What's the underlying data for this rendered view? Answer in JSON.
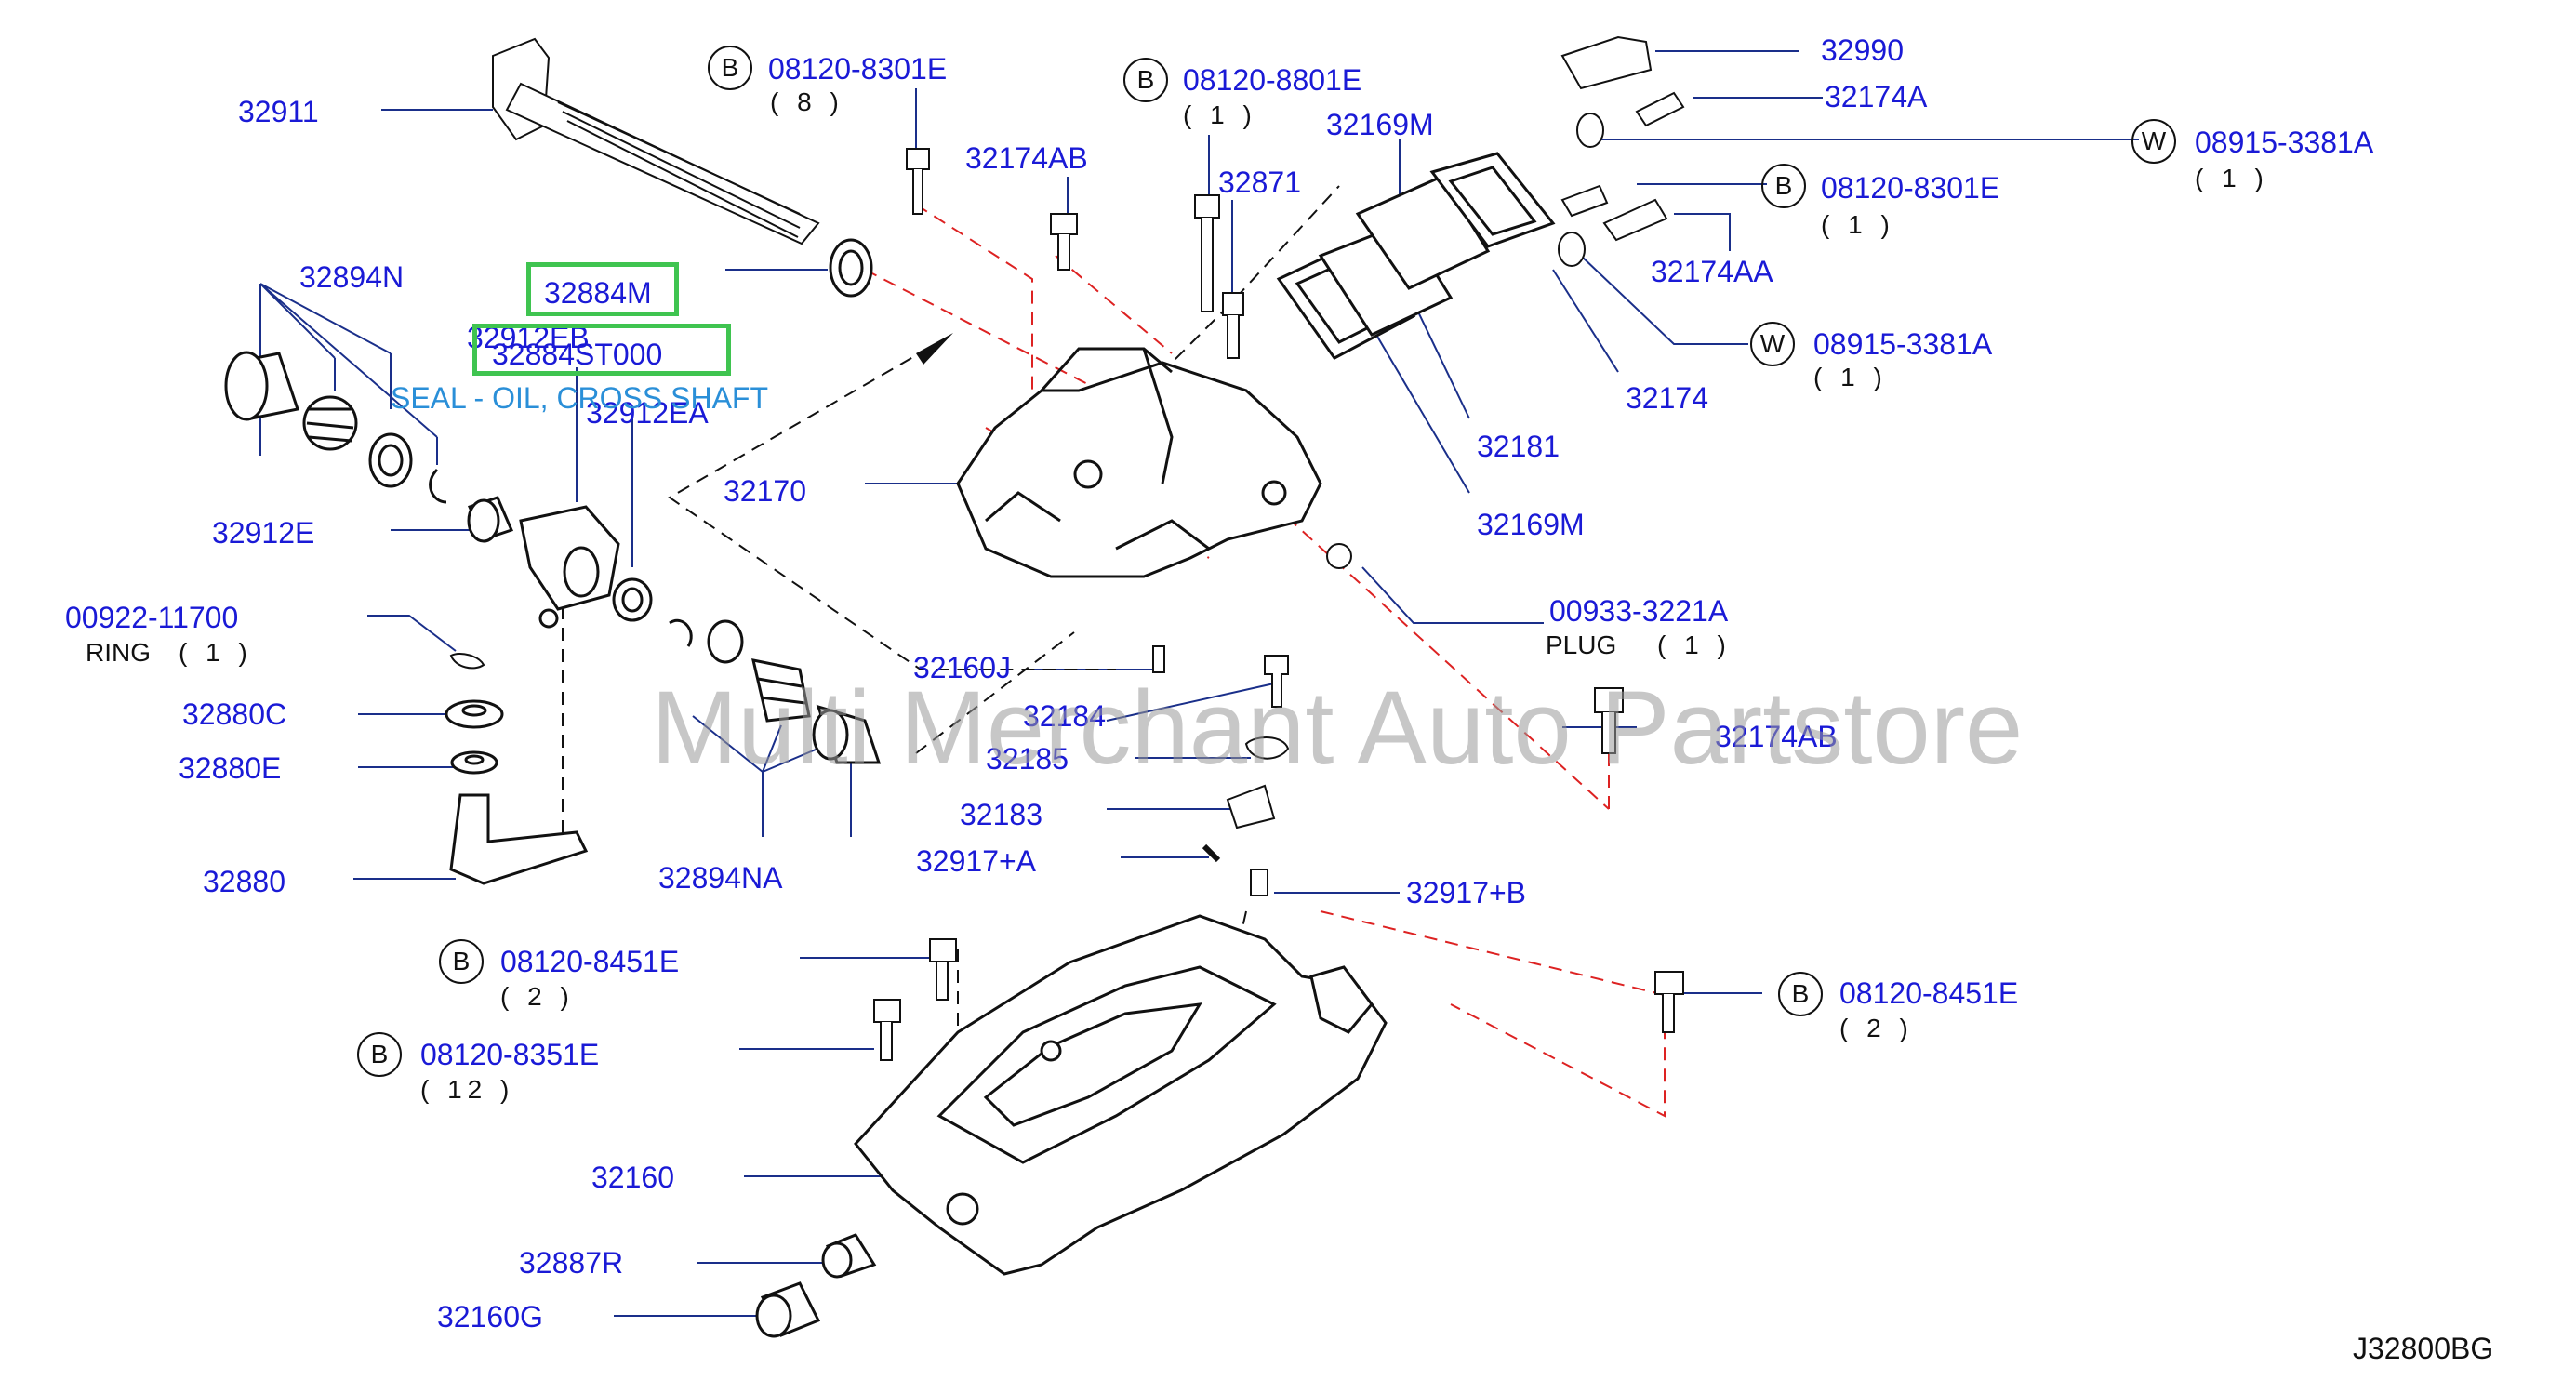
{
  "diagram": {
    "reference": "J32800BG",
    "watermark": "Multi Merchant Auto Partstore",
    "tooltip": "SEAL - OIL, CROSS SHAFT",
    "highlight_primary": "32884M",
    "highlight_secondary": "32884ST000",
    "circle_bolt": "B",
    "circle_washer": "W",
    "labels": {
      "p32911": "32911",
      "p32894N": "32894N",
      "p32912EB": "32912EB",
      "p32912EA": "32912EA",
      "p32912E": "32912E",
      "p00922": "00922-11700",
      "ring": "RING",
      "ring_qty": "( 1 )",
      "p32880C": "32880C",
      "p32880E": "32880E",
      "p32880": "32880",
      "p32894NA": "32894NA",
      "b8301a": "08120-8301E",
      "b8301a_qty": "( 8 )",
      "p32174AB_top": "32174AB",
      "b8801": "08120-8801E",
      "b8801_qty": "( 1 )",
      "p32871": "32871",
      "p32169M_top": "32169M",
      "p32170": "32170",
      "p32990": "32990",
      "p32174A": "32174A",
      "w3381a": "08915-3381A",
      "w3381a_qty": "( 1 )",
      "b8301b": "08120-8301E",
      "b8301b_qty": "( 1 )",
      "p32174AA": "32174AA",
      "w3381b": "08915-3381A",
      "w3381b_qty": "( 1 )",
      "p32174": "32174",
      "p32181": "32181",
      "p32169M_bot": "32169M",
      "p00933": "00933-3221A",
      "plug": "PLUG",
      "plug_qty": "( 1 )",
      "p32160J": "32160J",
      "p32184": "32184",
      "p32174AB_mid": "32174AB",
      "p32185": "32185",
      "p32183": "32183",
      "p32917A": "32917+A",
      "p32917B": "32917+B",
      "b8451a": "08120-8451E",
      "b8451a_qty": "( 2 )",
      "b8351": "08120-8351E",
      "b8351_qty": "( 12 )",
      "b8451b": "08120-8451E",
      "b8451b_qty": "( 2 )",
      "p32160": "32160",
      "p32887R": "32887R",
      "p32160G": "32160G"
    }
  }
}
